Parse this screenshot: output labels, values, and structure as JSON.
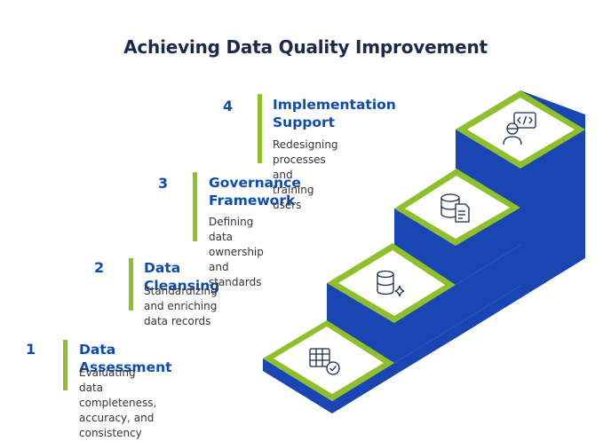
{
  "title": "Achieving Data Quality Improvement",
  "steps": [
    {
      "number": "1",
      "heading_line1": "Data Assessment",
      "heading_line2": "",
      "desc_line1": "Evaluating data completeness,",
      "desc_line2": "accuracy, and consistency",
      "icon": "table-check-icon"
    },
    {
      "number": "2",
      "heading_line1": "Data Cleansing",
      "heading_line2": "",
      "desc_line1": "Standardizing and enriching",
      "desc_line2": "data records",
      "icon": "database-sparkle-icon"
    },
    {
      "number": "3",
      "heading_line1": "Governance",
      "heading_line2": "Framework",
      "desc_line1": "Defining data ownership and",
      "desc_line2": "standards",
      "icon": "database-document-icon"
    },
    {
      "number": "4",
      "heading_line1": "Implementation",
      "heading_line2": "Support",
      "desc_line1": "Redesigning processes and",
      "desc_line2": "training users",
      "icon": "developer-code-icon"
    }
  ],
  "colors": {
    "accent_blue": "#0d4bb0",
    "stair_green": "#8fbf2a",
    "stair_blue": "#1a46b4",
    "title": "#1b2a4a"
  }
}
